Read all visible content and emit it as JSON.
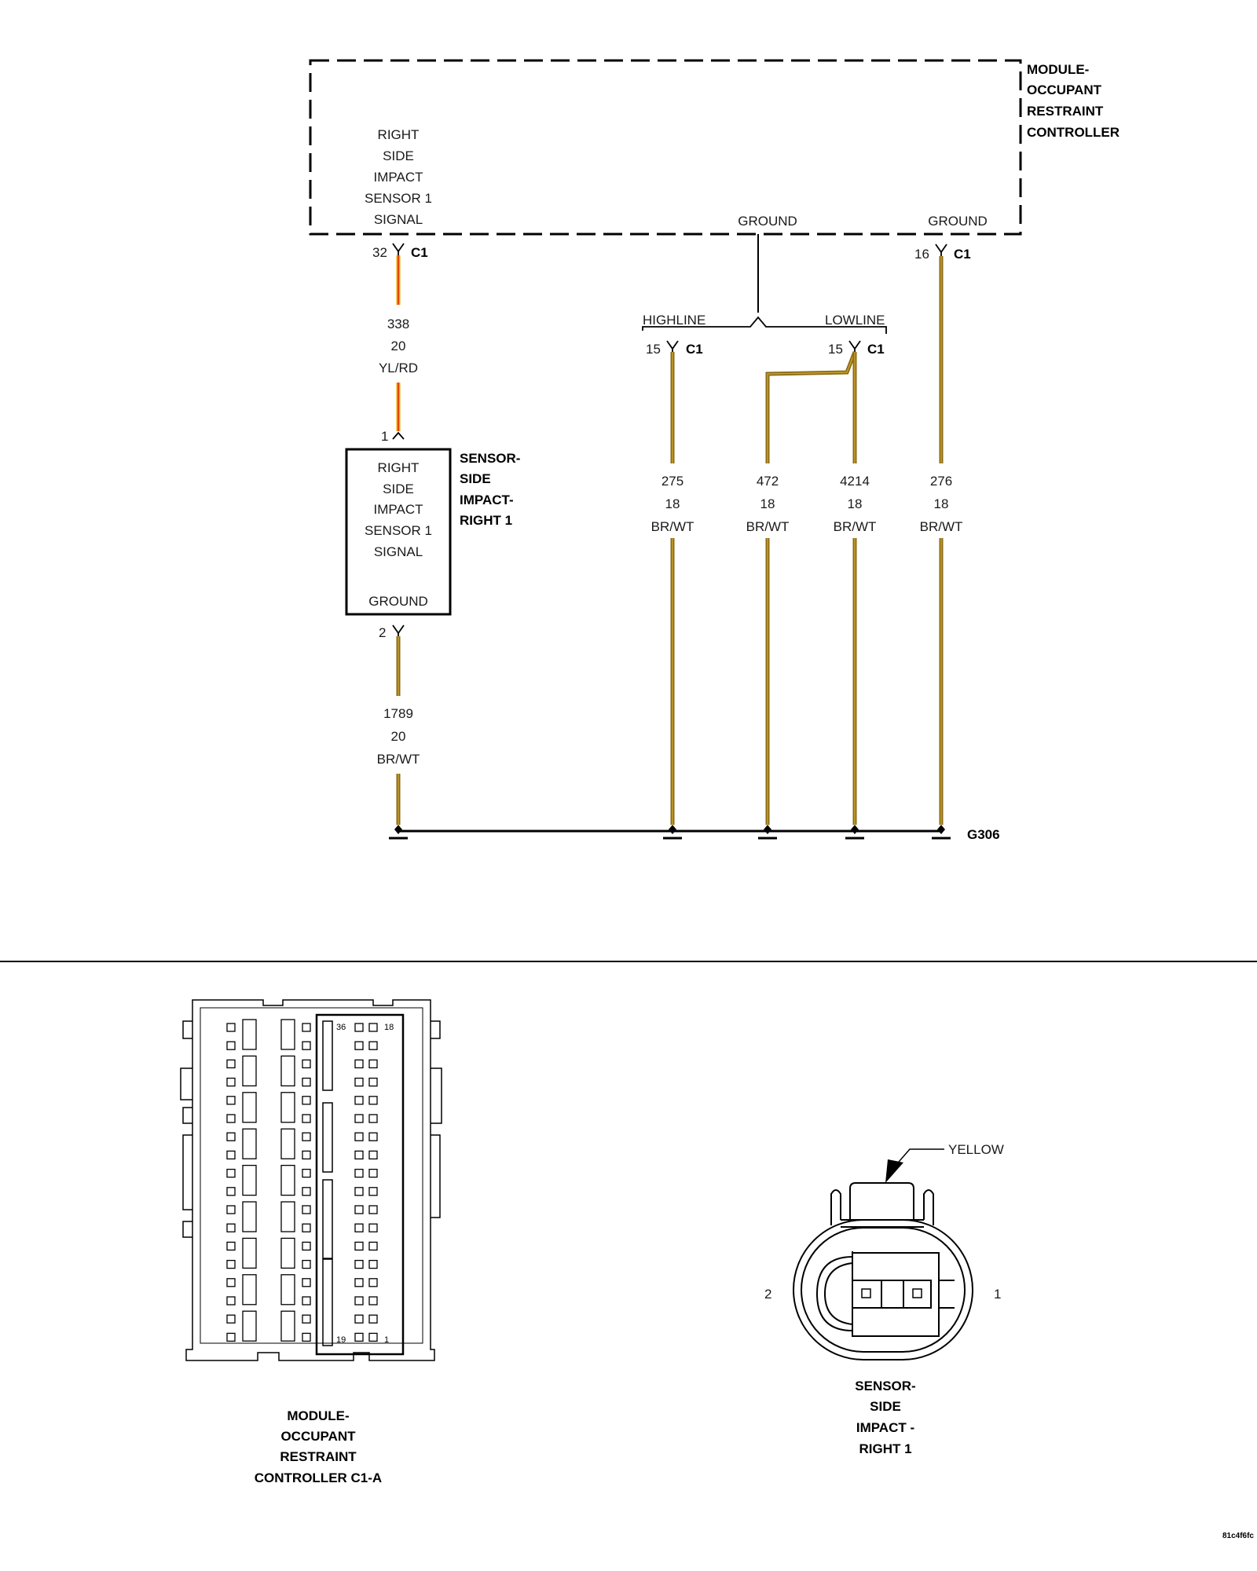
{
  "module": {
    "title_lines": [
      "MODULE-",
      "OCCUPANT",
      "RESTRAINT",
      "CONTROLLER"
    ],
    "signal_lines": [
      "RIGHT",
      "SIDE",
      "IMPACT",
      "SENSOR 1",
      "SIGNAL"
    ],
    "ground_left": "GROUND",
    "ground_right": "GROUND"
  },
  "connectors": {
    "pin32": "32",
    "pin16": "16",
    "pin15_high": "15",
    "pin15_low": "15",
    "c1": "C1",
    "sensor_pin1": "1",
    "sensor_pin2": "2"
  },
  "splice": {
    "highline": "HIGHLINE",
    "lowline": "LOWLINE"
  },
  "wires": {
    "w338": [
      "338",
      "20",
      "YL/RD"
    ],
    "w1789": [
      "1789",
      "20",
      "BR/WT"
    ],
    "w275": [
      "275",
      "18",
      "BR/WT"
    ],
    "w472": [
      "472",
      "18",
      "BR/WT"
    ],
    "w4214": [
      "4214",
      "18",
      "BR/WT"
    ],
    "w276": [
      "276",
      "18",
      "BR/WT"
    ]
  },
  "sensor": {
    "box_lines": [
      "RIGHT",
      "SIDE",
      "IMPACT",
      "SENSOR 1",
      "SIGNAL"
    ],
    "box_ground": "GROUND",
    "name_lines": [
      "SENSOR-",
      "SIDE",
      "IMPACT-",
      "RIGHT 1"
    ]
  },
  "ground_label": "G306",
  "connector_c1a": {
    "pin_labels": [
      "36",
      "18",
      "19",
      "1"
    ],
    "caption_lines": [
      "MODULE-",
      "OCCUPANT",
      "RESTRAINT",
      "CONTROLLER C1-A"
    ]
  },
  "sensor_connector": {
    "color_label": "YELLOW",
    "pin_left": "2",
    "pin_right": "1",
    "caption_lines": [
      "SENSOR-",
      "SIDE",
      "IMPACT -",
      "RIGHT 1"
    ]
  },
  "figure_code": "81c4f6fc",
  "colors": {
    "br_wt": "#8a6a14",
    "yl_rd": "#f2a800"
  }
}
